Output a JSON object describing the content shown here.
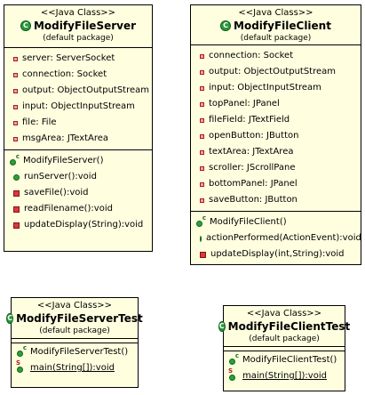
{
  "classes": {
    "server": {
      "stereotype": "<<Java Class>>",
      "name": "ModifyFileServer",
      "package": "(default package)",
      "fields": [
        "server: ServerSocket",
        "connection: Socket",
        "output: ObjectOutputStream",
        "input: ObjectInputStream",
        "file: File",
        "msgArea: JTextArea"
      ],
      "methods": [
        "ModifyFileServer()",
        "runServer():void",
        "saveFile():void",
        "readFilename():void",
        "updateDisplay(String):void"
      ]
    },
    "client": {
      "stereotype": "<<Java Class>>",
      "name": "ModifyFileClient",
      "package": "(default package)",
      "fields": [
        "connection: Socket",
        "output: ObjectOutputStream",
        "input: ObjectInputStream",
        "topPanel: JPanel",
        "fileField: JTextField",
        "openButton: JButton",
        "textArea: JTextArea",
        "scroller: JScrollPane",
        "bottomPanel: JPanel",
        "saveButton: JButton"
      ],
      "methods": [
        "ModifyFileClient()",
        "actionPerformed(ActionEvent):void",
        "updateDisplay(int,String):void"
      ]
    },
    "server_test": {
      "stereotype": "<<Java Class>>",
      "name": "ModifyFileServerTest",
      "package": "(default package)",
      "methods": [
        "ModifyFileServerTest()",
        "main(String[]):void"
      ]
    },
    "client_test": {
      "stereotype": "<<Java Class>>",
      "name": "ModifyFileClientTest",
      "package": "(default package)",
      "methods": [
        "ModifyFileClientTest()",
        "main(String[]):void"
      ]
    }
  },
  "icons": {
    "class": "class-icon",
    "field": "private-field-icon",
    "public_method": "public-method-icon",
    "private_method": "private-method-icon",
    "constructor": "constructor-icon",
    "static_method": "static-method-icon"
  }
}
